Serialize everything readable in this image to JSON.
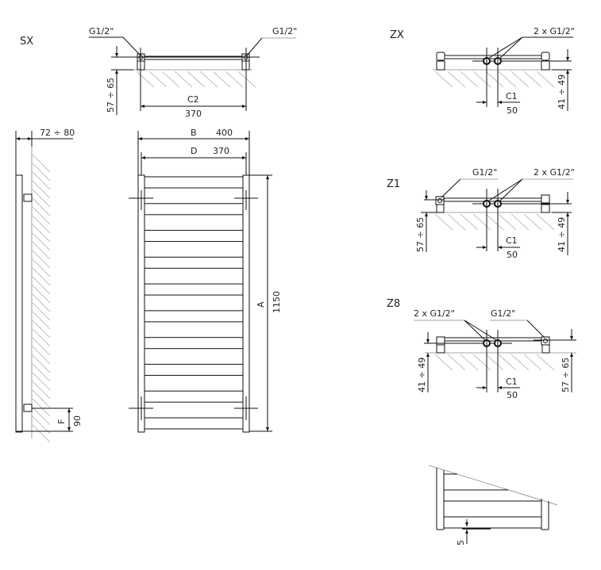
{
  "views": {
    "sx": {
      "label": "SX",
      "conn_left": "G1/2\"",
      "conn_right": "G1/2\"",
      "height_dim": "57 ÷ 65",
      "c2_label": "C2",
      "c2_value": "370"
    },
    "front": {
      "b_label": "B",
      "b_value": "400",
      "d_label": "D",
      "d_value": "370",
      "a_label": "A",
      "a_value": "1150",
      "bar_count": 10
    },
    "side": {
      "depth_dim": "72 ÷ 80",
      "f_label": "F",
      "f_value": "90"
    },
    "zx": {
      "label": "ZX",
      "conn": "2 x G1/2\"",
      "height_dim": "41 ÷ 49",
      "c1_label": "C1",
      "c1_value": "50"
    },
    "z1": {
      "label": "Z1",
      "conn_single": "G1/2\"",
      "conn_double": "2 x G1/2\"",
      "left_dim": "57 ÷ 65",
      "right_dim": "41 ÷ 49",
      "c1_label": "C1",
      "c1_value": "50"
    },
    "z8": {
      "label": "Z8",
      "conn_double": "2 x G1/2\"",
      "conn_single": "G1/2\"",
      "left_dim": "41 ÷ 49",
      "right_dim": "57 ÷ 65",
      "c1_label": "C1",
      "c1_value": "50"
    },
    "detail": {
      "gap_value": "5"
    }
  }
}
